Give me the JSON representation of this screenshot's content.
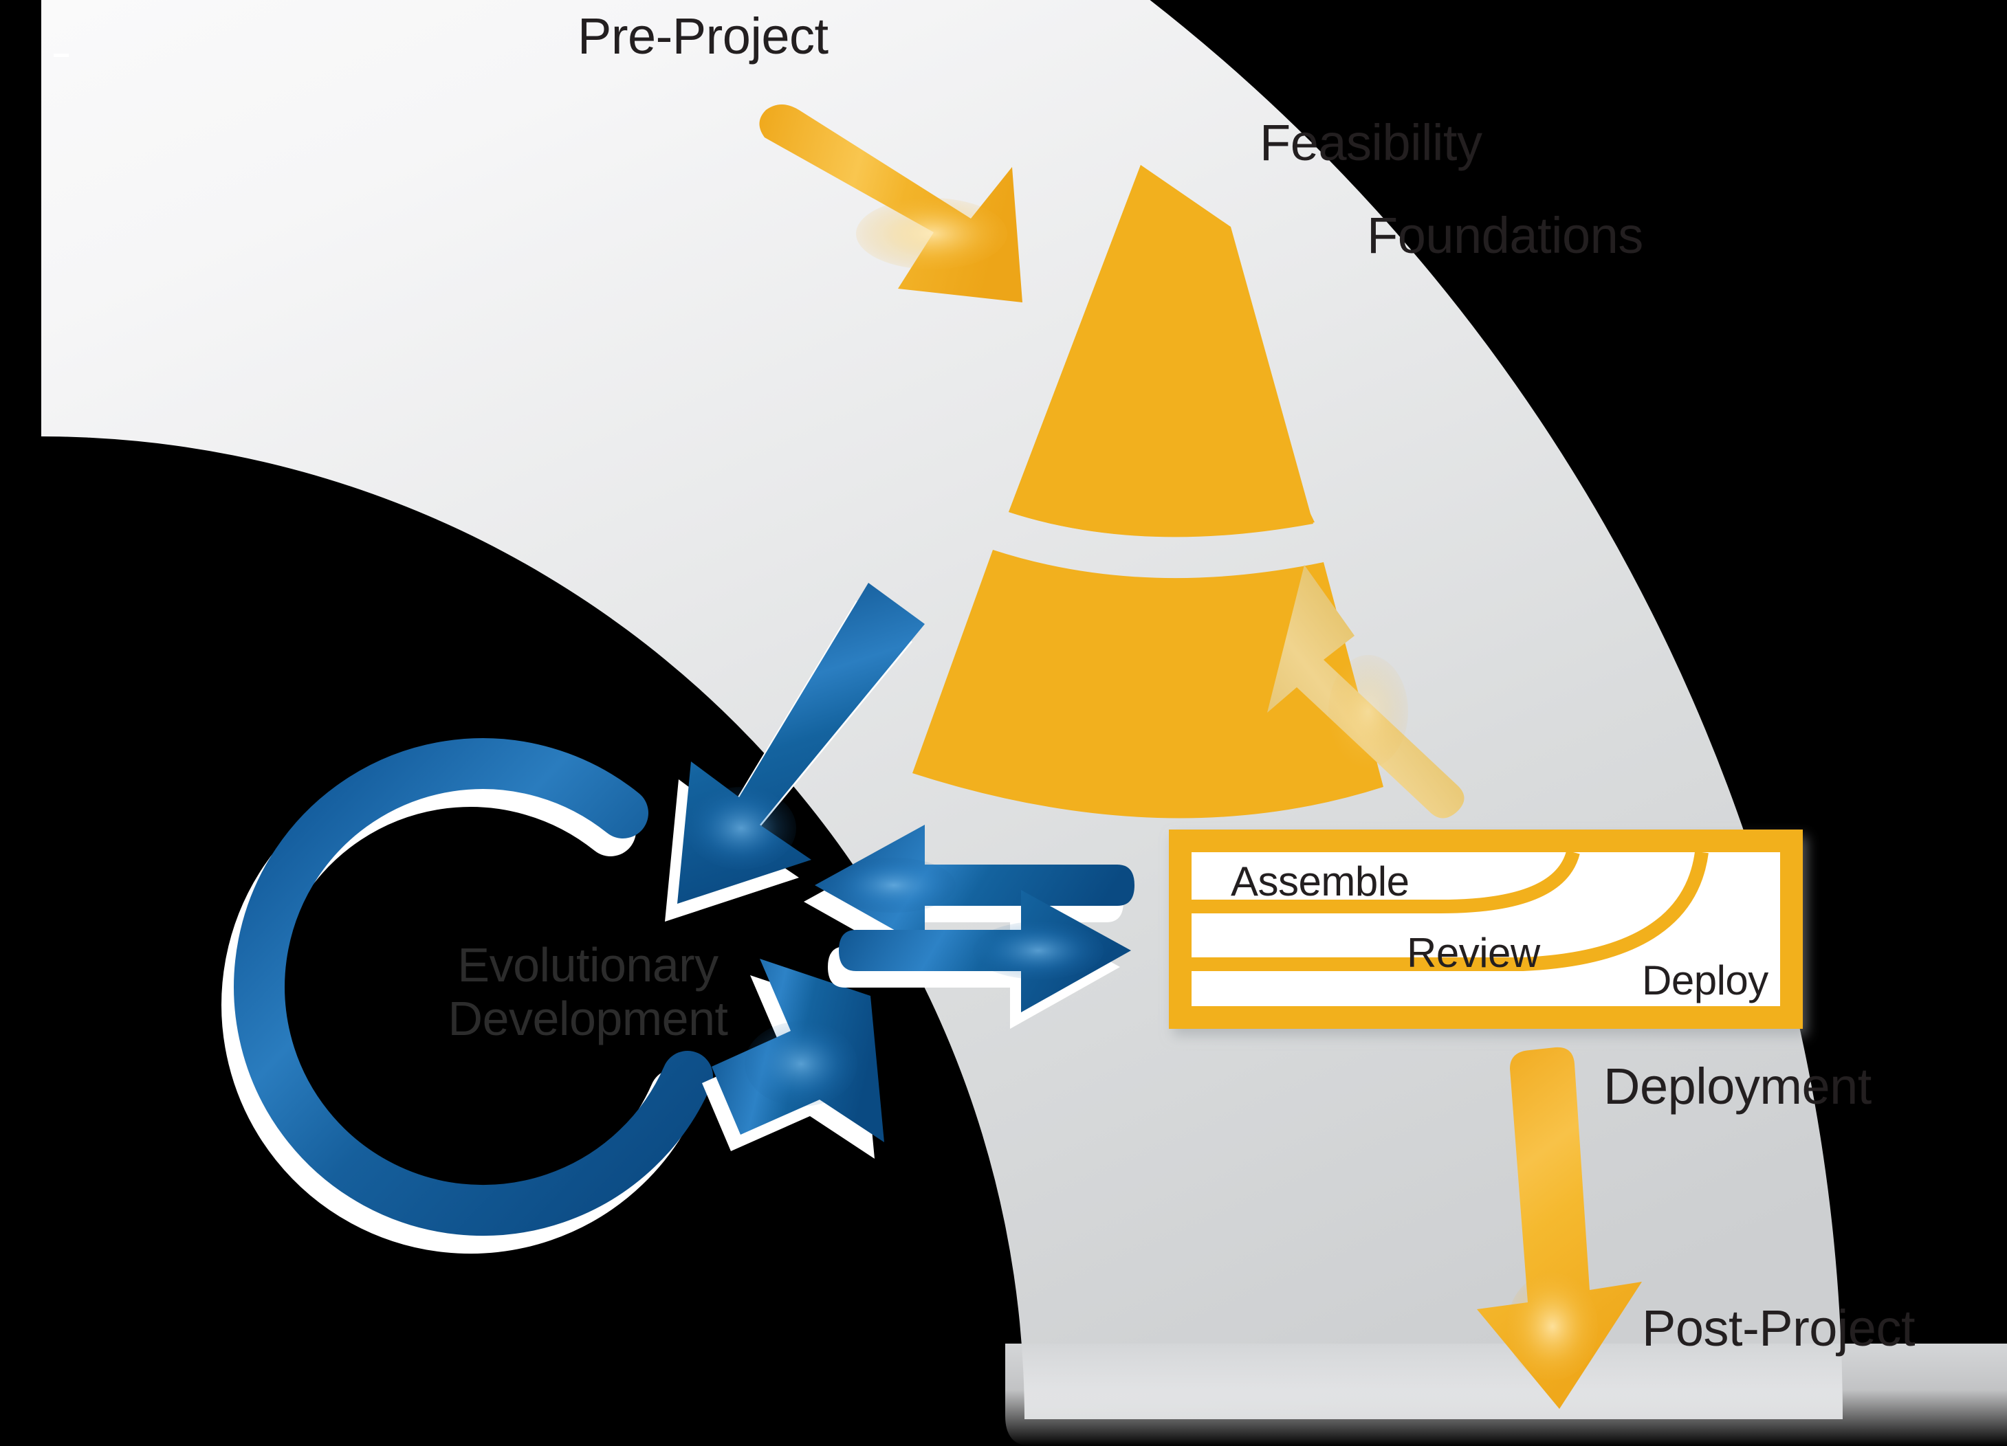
{
  "diagram": {
    "title": "DSDM Agile Project Framework Process",
    "background_color": "#000000",
    "shell_color_light": "#fbfbfb",
    "shell_color_dark": "#cfd1d3",
    "gold": "#f2b01e",
    "gold_light": "#e6c469",
    "blue": "#125e9e",
    "blue_dark": "#0d4e86",
    "text_color": "#231f20"
  },
  "phases": {
    "pre_project": "Pre-Project",
    "feasibility": "Feasibility",
    "foundations": "Foundations",
    "evolutionary_development_line1": "Evolutionary",
    "evolutionary_development_line2": "Development",
    "deployment": "Deployment",
    "post_project": "Post-Project"
  },
  "deployment_box": {
    "items": [
      {
        "label": "Assemble"
      },
      {
        "label": "Review"
      },
      {
        "label": "Deploy"
      }
    ],
    "border_color": "#f2b01e",
    "fill_color": "#ffffff"
  },
  "arrows": [
    {
      "name": "pre-project-arrow",
      "color": "#f2b01e",
      "direction": "down-right"
    },
    {
      "name": "foundations-feedback-arrow",
      "color": "#e6c469",
      "direction": "up-left"
    },
    {
      "name": "into-evolutionary-development-arrow",
      "color": "#125e9e",
      "direction": "down-left"
    },
    {
      "name": "evolutionary-development-inbound-arrow",
      "color": "#125e9e",
      "direction": "left"
    },
    {
      "name": "evolutionary-development-outbound-arrow",
      "color": "#125e9e",
      "direction": "right"
    },
    {
      "name": "evolutionary-development-cycle-arrow",
      "color": "#125e9e",
      "direction": "clockwise-loop"
    },
    {
      "name": "post-project-arrow",
      "color": "#f2b01e",
      "direction": "down"
    }
  ]
}
